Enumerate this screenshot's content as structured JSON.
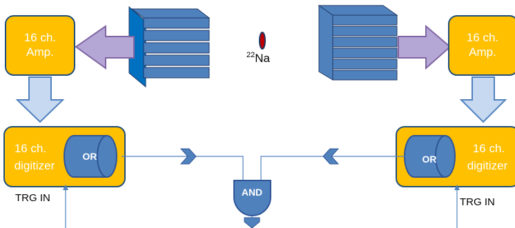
{
  "colors": {
    "box_fill": "#FFC000",
    "box_stroke": "#1F4E79",
    "logic_fill": "#4F81BD",
    "logic_stroke": "#2F5597",
    "detector_fill": "#4F81BD",
    "detector_stroke": "#1F3864",
    "detector_face": "#0070C0",
    "arrow_purple_fill": "#B4A7D6",
    "arrow_purple_stroke": "#8064A2",
    "arrow_blue_fill": "#C6D9F1",
    "arrow_blue_stroke": "#4F81BD",
    "source_fill": "#C00000",
    "source_stroke": "#1F3864",
    "wire": "#4F81BD"
  },
  "left": {
    "amp_line1": "16 ch.",
    "amp_line2": "Amp.",
    "digitizer_line1": "16 ch.",
    "digitizer_line2": "digitizer",
    "or_label": "OR",
    "trg_label": "TRG IN"
  },
  "right": {
    "amp_line1": "16 ch.",
    "amp_line2": "Amp.",
    "digitizer_line1": "16 ch.",
    "digitizer_line2": "digitizer",
    "or_label": "OR",
    "trg_label": "TRG IN"
  },
  "source": {
    "mass_number": "22",
    "element": "Na"
  },
  "gate": {
    "label": "AND"
  }
}
